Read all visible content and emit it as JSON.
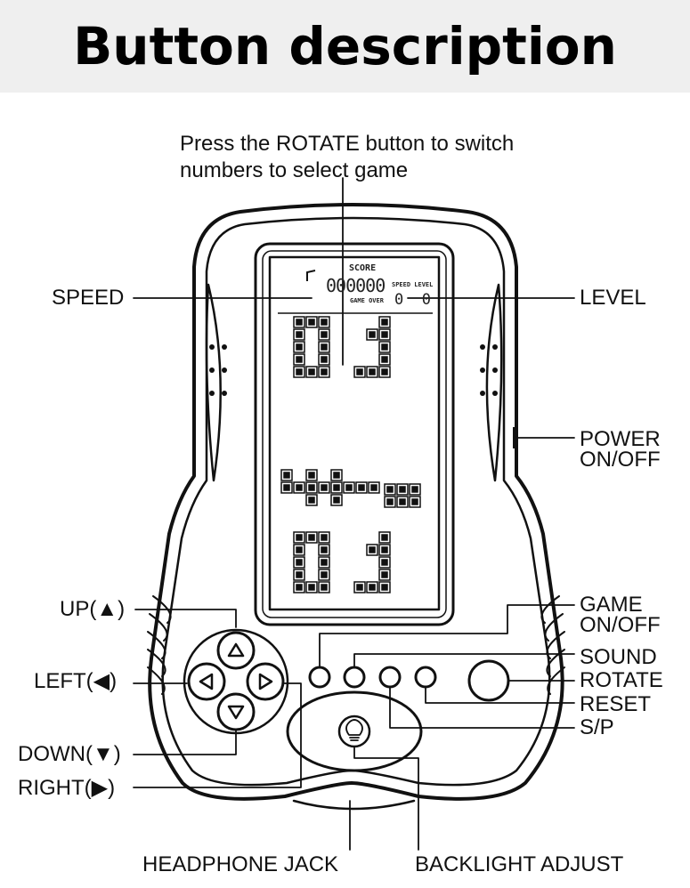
{
  "header": {
    "title": "Button description"
  },
  "note": "Press the ROTATE button to switch numbers to select game",
  "lcd": {
    "score_label": "SCORE",
    "score_value": "000000",
    "speed_level_label": "SPEED LEVEL",
    "speed_level_value": "0  0",
    "game_over_label": "GAME OVER"
  },
  "labels": {
    "speed": "SPEED",
    "level": "LEVEL",
    "power": [
      "POWER",
      "ON/OFF"
    ],
    "game": [
      "GAME",
      "ON/OFF"
    ],
    "sound": "SOUND",
    "rotate": "ROTATE",
    "reset": "RESET",
    "sp": "S/P",
    "up": "UP(▲)",
    "left": "LEFT(◀)",
    "down": "DOWN(▼)",
    "right": "RIGHT(▶)",
    "headphone": "HEADPHONE JACK",
    "backlight": "BACKLIGHT ADJUST"
  },
  "icons": [
    "arrow-up-icon",
    "arrow-left-icon",
    "arrow-right-icon",
    "arrow-down-icon",
    "bulb-icon",
    "music-note-icon"
  ]
}
